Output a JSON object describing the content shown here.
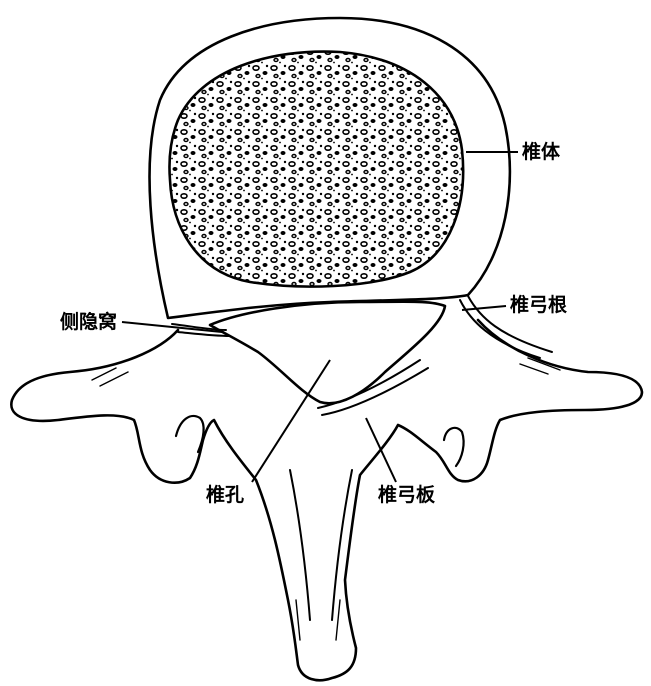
{
  "labels": {
    "vertebral_body": "椎体",
    "pedicle": "椎弓根",
    "lateral_recess": "侧隐窝",
    "vertebral_foramen": "椎孔",
    "lamina": "椎弓板"
  },
  "colors": {
    "line": "#000000",
    "background": "#ffffff"
  }
}
